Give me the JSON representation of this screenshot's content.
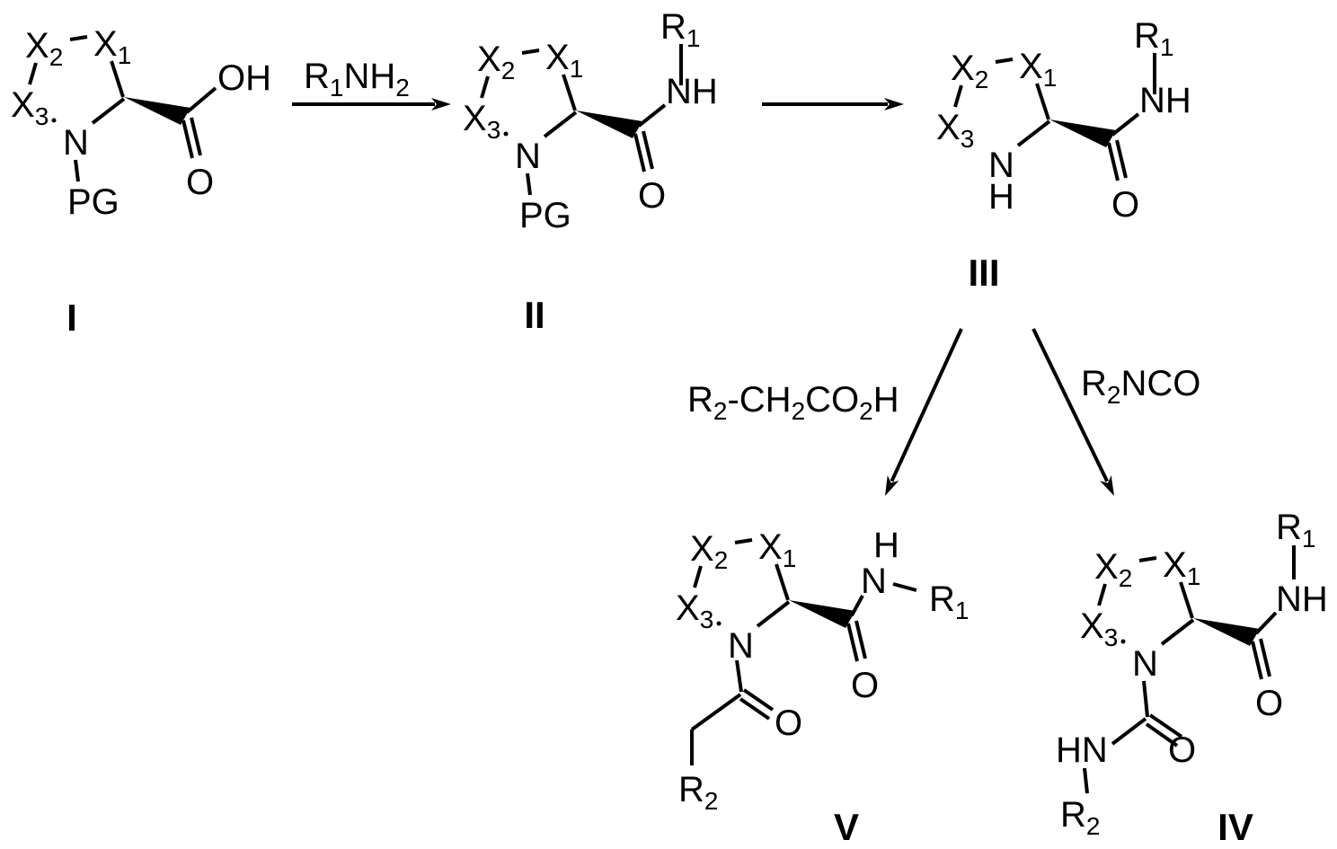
{
  "compounds": {
    "I": {
      "label": "I"
    },
    "II": {
      "label": "II"
    },
    "III": {
      "label": "III"
    },
    "IV": {
      "label": "IV"
    },
    "V": {
      "label": "V"
    }
  },
  "atoms": {
    "X1": [
      {
        "t": "X",
        "s": "1"
      }
    ],
    "X2": [
      {
        "t": "X",
        "s": "2"
      }
    ],
    "X3": [
      {
        "t": "X",
        "s": "3"
      }
    ],
    "N": [
      {
        "t": "N"
      }
    ],
    "H": [
      {
        "t": "H"
      }
    ],
    "NH": [
      {
        "t": "NH"
      }
    ],
    "HN": [
      {
        "t": "HN"
      }
    ],
    "PG": [
      {
        "t": "PG"
      }
    ],
    "OH": [
      {
        "t": "OH"
      }
    ],
    "O": [
      {
        "t": "O"
      }
    ],
    "R1": [
      {
        "t": "R",
        "s": "1"
      }
    ],
    "R2": [
      {
        "t": "R",
        "s": "2"
      }
    ]
  },
  "reagents": {
    "step1": [
      {
        "t": "R",
        "s": "1"
      },
      {
        "t": "NH",
        "s": "2"
      }
    ],
    "to_V": [
      {
        "t": "R",
        "s": "2"
      },
      {
        "t": "-CH",
        "s": "2"
      },
      {
        "t": "CO",
        "s": "2"
      },
      {
        "t": "H"
      }
    ],
    "to_IV": [
      {
        "t": "R",
        "s": "2"
      },
      {
        "t": "NCO"
      }
    ]
  }
}
